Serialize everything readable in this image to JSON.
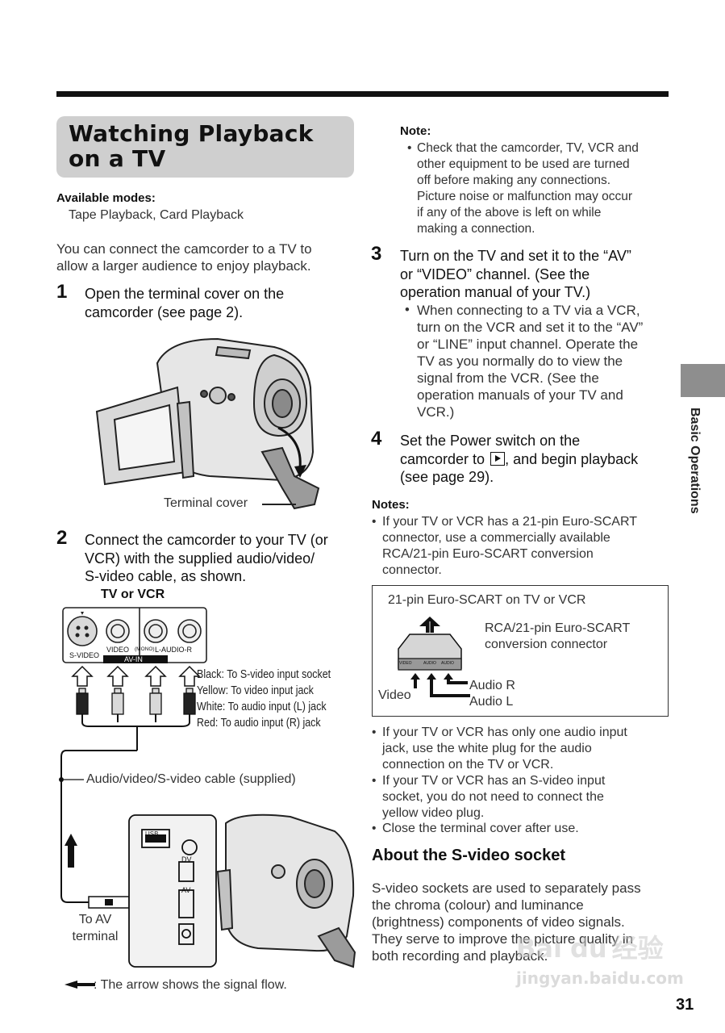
{
  "title_line1": "Watching Playback",
  "title_line2": "on a TV",
  "available_modes": {
    "label": "Available modes:",
    "value": "Tape Playback, Card Playback"
  },
  "intro": [
    "You can connect the camcorder to a TV to",
    "allow a larger audience to enjoy playback."
  ],
  "step1": {
    "num": "1",
    "lines": [
      "Open the terminal cover on the",
      "camcorder (see page 2)."
    ],
    "caption": "Terminal cover"
  },
  "step2": {
    "num": "2",
    "lines": [
      "Connect the camcorder to your TV (or",
      "VCR) with the supplied audio/video/",
      "S-video cable, as shown."
    ]
  },
  "diagram": {
    "tv_label": "TV or VCR",
    "svideo": "S-VIDEO",
    "video": "VIDEO",
    "mono": "(MONO)",
    "audio": "L-AUDIO-R",
    "avin": "AV-IN",
    "plugs": [
      "Black: To S-video input socket",
      "Yellow: To video input jack",
      "White: To audio input (L) jack",
      "Red: To audio input (R) jack"
    ],
    "cable": "Audio/video/S-video cable (supplied)",
    "to_av": [
      "To AV",
      "terminal"
    ],
    "usb": "USB",
    "dv": "DV",
    "av": "AV",
    "arrow_note": ": The arrow shows the signal flow."
  },
  "note_top": {
    "label": "Note:",
    "lines": [
      "Check that the camcorder, TV, VCR and",
      "other equipment to be used are turned",
      "off before making any connections.",
      "Picture noise or malfunction may occur",
      "if any of the above is left on while",
      "making a connection."
    ]
  },
  "step3": {
    "num": "3",
    "lines": [
      "Turn on the TV and set it to the “AV”",
      "or “VIDEO” channel. (See the",
      "operation manual of your TV.)"
    ],
    "bullet": [
      "When connecting to a TV via a VCR,",
      "turn on the VCR and set it to the “AV”",
      "or “LINE” input channel. Operate the",
      "TV as you normally do to view the",
      "signal from the VCR. (See the",
      "operation manuals of your TV and",
      "VCR.)"
    ]
  },
  "step4": {
    "num": "4",
    "lines": [
      "Set the Power switch on the",
      "camcorder to",
      ", and begin playback",
      "(see page 29)."
    ]
  },
  "notes": {
    "label": "Notes:",
    "item1": [
      "If your TV or VCR has a 21-pin Euro-SCART",
      "connector, use a commercially available",
      "RCA/21-pin Euro-SCART conversion",
      "connector."
    ],
    "item2": [
      "If your TV or VCR has only one audio input",
      "jack, use the white plug for the audio",
      "connection on the TV or VCR."
    ],
    "item3": [
      "If your TV or VCR has an S-video input",
      "socket, you do not need to connect the",
      "yellow video plug."
    ],
    "item4": [
      "Close the terminal cover after use."
    ]
  },
  "scart": {
    "title": "21-pin Euro-SCART on TV or VCR",
    "conv": [
      "RCA/21-pin Euro-SCART",
      "conversion connector"
    ],
    "video": "Video",
    "audio_r": "Audio R",
    "audio_l": "Audio L",
    "plate": [
      "VIDEO",
      "AUDIO",
      "AUDIO"
    ]
  },
  "about": {
    "heading": "About the S-video socket",
    "lines": [
      "S-video sockets are used to separately pass",
      "the chroma (colour) and luminance",
      "(brightness) components of video signals.",
      "They serve to improve the picture quality in",
      "both recording and playback."
    ]
  },
  "side_label": "Basic Operations",
  "page_number": "31",
  "watermark": [
    "Bai",
    "du",
    "经验",
    "jingyan.baidu.com"
  ],
  "colors": {
    "tab": "#8e8e8e",
    "title_bg": "#cfcfcf"
  }
}
